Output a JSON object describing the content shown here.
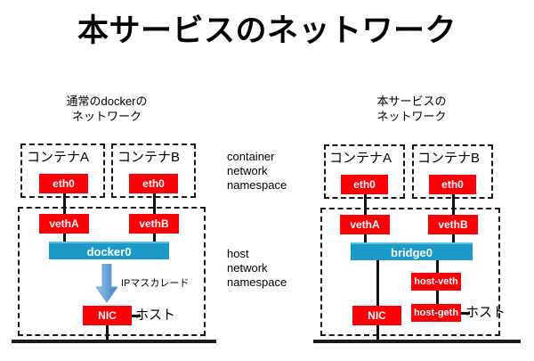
{
  "title": "本サービスのネットワーク",
  "colors": {
    "node_red": "#fb0007",
    "bridge_teal": "#1b9ac7",
    "bridge_teal_light": "#5bc0de",
    "arrow_blue": "#5b9bd5",
    "line_black": "#111111",
    "background": "#ffffff"
  },
  "namespace_labels": {
    "container": {
      "line1": "container",
      "line2": "network",
      "line3": "namespace"
    },
    "host": {
      "line1": "host",
      "line2": "network",
      "line3": "namespace"
    }
  },
  "left": {
    "heading_line1": "通常のdockerの",
    "heading_line2": "ネットワーク",
    "container_a": {
      "title": "コンテナA",
      "iface": "eth0"
    },
    "container_b": {
      "title": "コンテナB",
      "iface": "eth0"
    },
    "veth_a": "vethA",
    "veth_b": "vethB",
    "bridge": "docker0",
    "arrow_label": "IPマスカレード",
    "nic": "NIC",
    "host_label": "ホスト"
  },
  "right": {
    "heading_line1": "本サービスの",
    "heading_line2": "ネットワーク",
    "container_a": {
      "title": "コンテナA",
      "iface": "eth0"
    },
    "container_b": {
      "title": "コンテナB",
      "iface": "eth0"
    },
    "veth_a": "vethA",
    "veth_b": "vethB",
    "bridge": "bridge0",
    "host_veth": "host-veth",
    "host_geth": "host-geth",
    "nic": "NIC",
    "host_label": "ホスト"
  }
}
